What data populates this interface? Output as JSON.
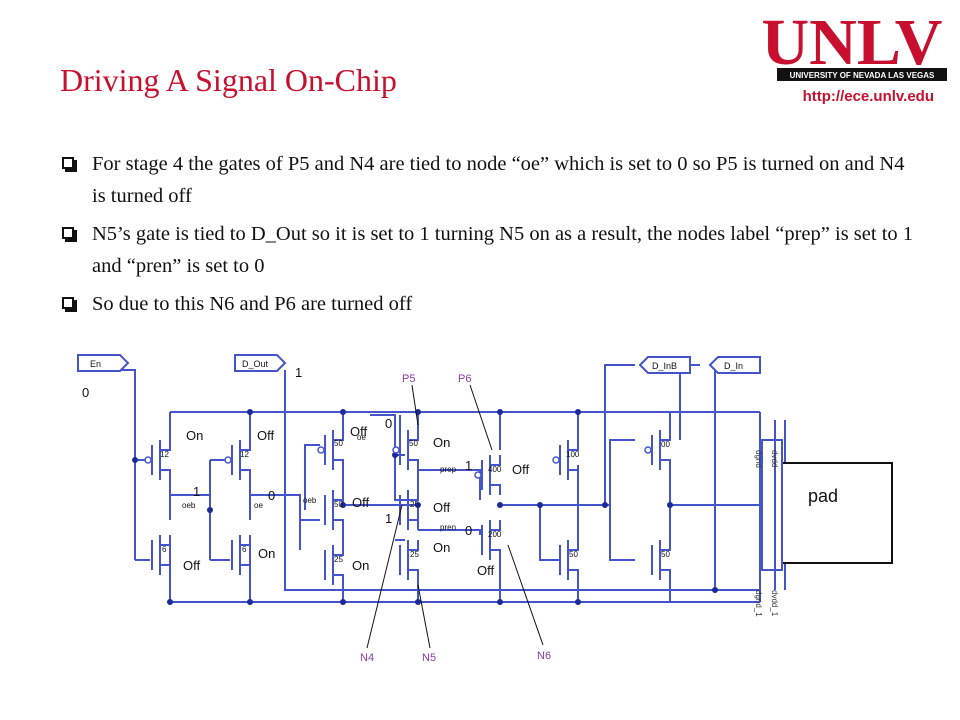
{
  "slide": {
    "title": "Driving A Signal On-Chip",
    "url": "http://ece.unlv.edu"
  },
  "logo": {
    "text": "UNLV",
    "subtitle": "UNIVERSITY OF NEVADA LAS VEGAS",
    "color": "#c8102e"
  },
  "bullets": [
    "For stage 4 the gates of P5 and N4 are tied to node “oe” which is set to 0 so P5 is turned on and N4 is turned off",
    "N5’s gate is tied to D_Out so it is set to 1 turning N5 on as a result, the nodes label “prep” is set to 1 and “pren” is set to 0",
    "So due to this N6 and P6 are turned off"
  ],
  "circuit": {
    "wire_color": "#4455cc",
    "label_color": "#8a3aa8",
    "pins": {
      "en": "En",
      "d_out": "D_Out",
      "d_inb": "D_InB",
      "d_in": "D_In",
      "pad": "pad"
    },
    "values": {
      "en": "0",
      "d_out": "1",
      "oeb": "1",
      "oe": "0",
      "p5_gate": "0",
      "n5_gate": "1",
      "prep": "1",
      "pren": "0"
    },
    "node_labels": {
      "oeb_1": "oeb",
      "oe_1": "oe",
      "oe_2": "oe",
      "oeb_2": "oeb",
      "prep": "prep",
      "pren": "pren"
    },
    "widths": {
      "inv1_p": "12",
      "inv1_n": "6",
      "inv2_p": "12",
      "inv2_n": "6",
      "p3": "50",
      "n3": "50",
      "n3b": "25",
      "p5": "50",
      "n4": "25",
      "n5": "25",
      "p6": "400",
      "n6": "200",
      "p7": "100",
      "n7": "50",
      "p8": "00",
      "n8": "50"
    },
    "states": {
      "inv1_p": "On",
      "inv1_n": "Off",
      "inv2_p": "Off",
      "inv2_n": "On",
      "p3": "Off",
      "n3": "Off",
      "n3b": "On",
      "p5": "On",
      "n4": "Off",
      "n5": "On",
      "p6": "Off",
      "n6": "Off"
    },
    "callouts": {
      "p5": "P5",
      "p6": "P6",
      "n4": "N4",
      "n5": "N5",
      "n6": "N6"
    },
    "supply_labels": {
      "dgnd": "dgnd",
      "dvdd": "dvdd",
      "dgnd1": "dgnd_1",
      "dvdd1": "dvdd_1"
    }
  }
}
